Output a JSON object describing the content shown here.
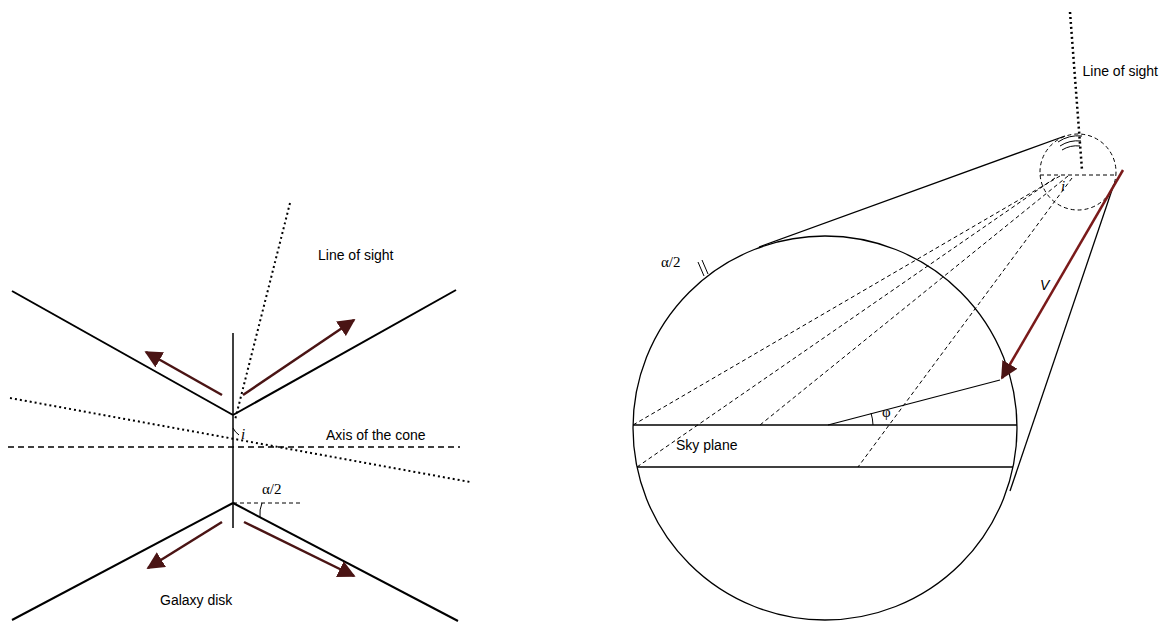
{
  "diagram": {
    "labels": [
      "Line of sight",
      "Axis of the cone",
      "i",
      "α/2",
      "Galaxy disk",
      "Line of sight",
      "α/2",
      "i",
      "V",
      "φ",
      "Sky plane"
    ]
  }
}
